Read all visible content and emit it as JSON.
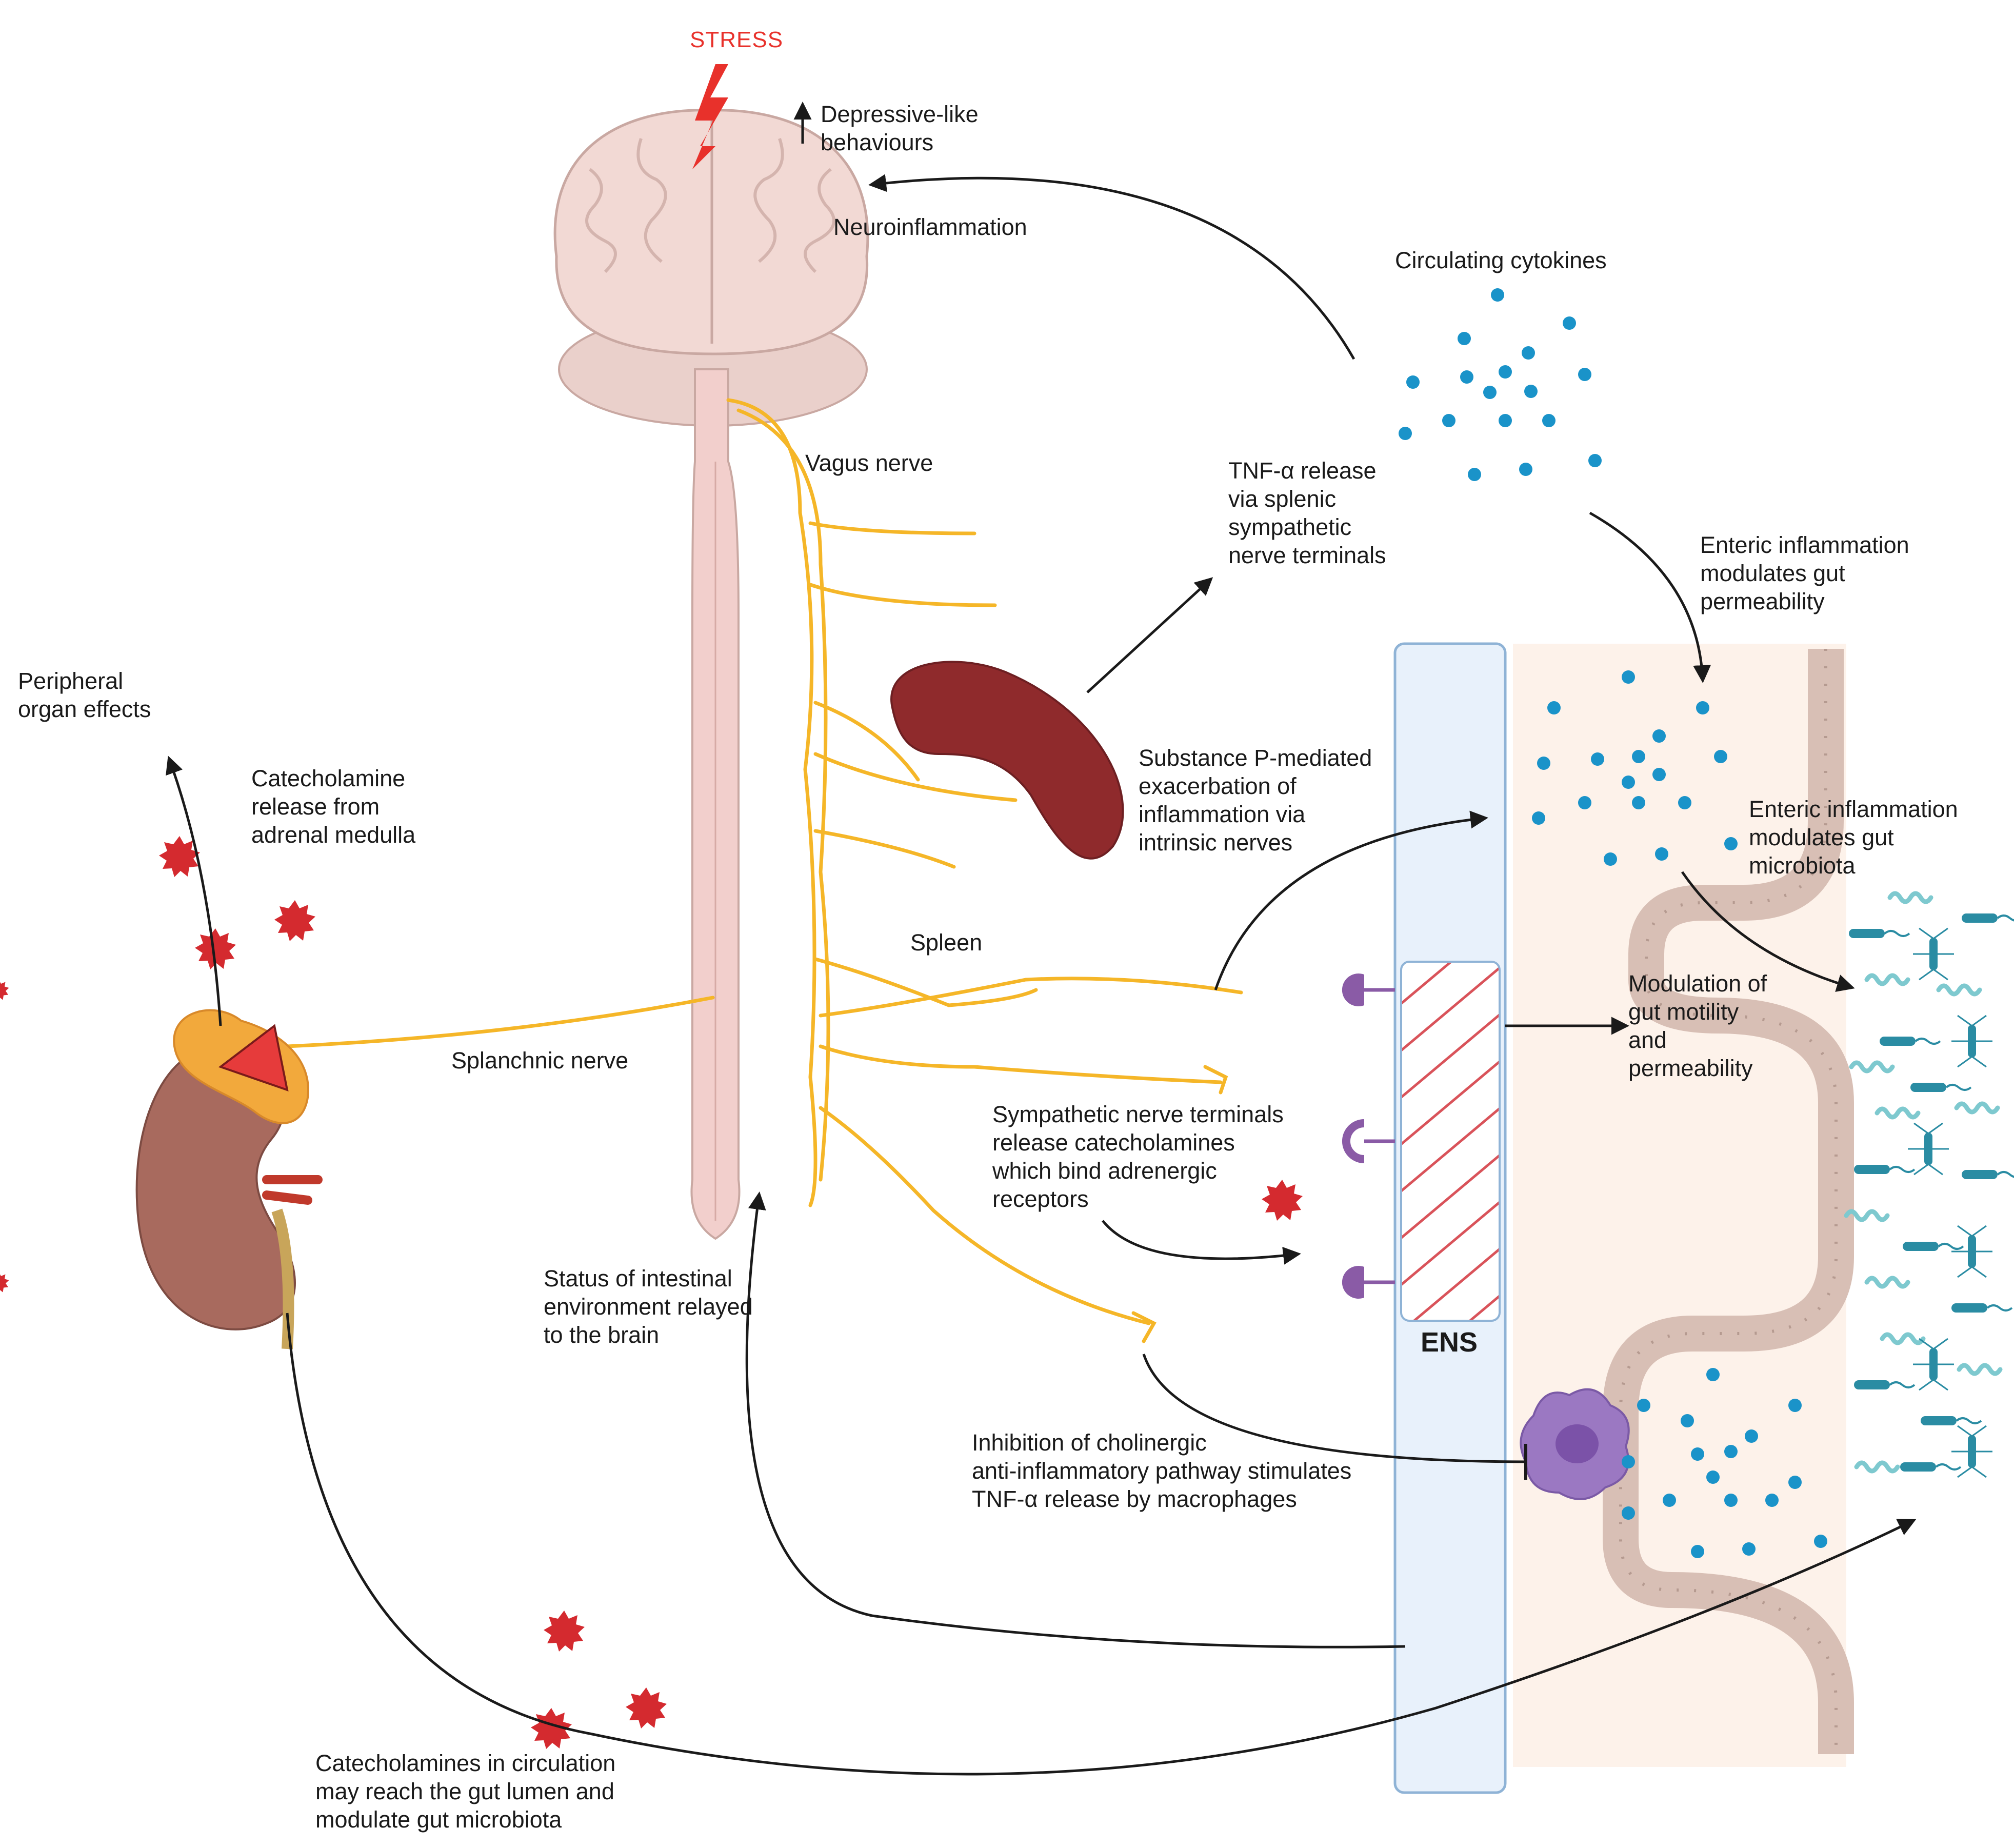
{
  "colors": {
    "stress": "#e8312b",
    "nerve": "#f5b628",
    "brain": "#f2d9d4",
    "spinal_cord": "#f2cfcc",
    "spleen": "#8f2a2c",
    "kidney": "#a86a5e",
    "adrenal_gland": "#f2a93c",
    "catecholamine": "#d42a2f",
    "cytokine": "#1a93c9",
    "ens_panel": "#e8f1fb",
    "ens_border": "#8fb3d6",
    "gut_background": "#fdf2ea",
    "villus_wall": "#d8bfb5",
    "macrophage": "#9b78c2",
    "receptor": "#8a5ba6",
    "bacteria": "#3fa9b8",
    "arrow": "#1a1a1a"
  },
  "icons": [
    "brain-icon",
    "lightning-bolt-icon",
    "spleen-icon",
    "kidney-icon",
    "adrenal-gland-icon",
    "catecholamine-molecule-icon",
    "cytokine-dot-icon",
    "macrophage-icon",
    "adrenergic-receptor-icon",
    "bacteria-icon"
  ],
  "labels": {
    "stress": "STRESS",
    "depressive": "Depressive-like\nbehaviours",
    "neuroinflammation": "Neuroinflammation",
    "circulating_cytokines": "Circulating cytokines",
    "vagus_nerve": "Vagus nerve",
    "tnf_release": "TNF-α release\nvia splenic\nsympathetic\nnerve terminals",
    "enteric_permeability": "Enteric inflammation\nmodulates gut\npermeability",
    "peripheral": "Peripheral\norgan effects",
    "catecholamine_release": "Catecholamine\nrelease from\nadrenal medulla",
    "substance_p": "Substance P-mediated\nexacerbation of\ninflammation via\nintrinsic nerves",
    "enteric_microbiota": "Enteric inflammation\nmodulates gut\nmicrobiota",
    "spleen": "Spleen",
    "motility": "Modulation of\ngut motility\nand\npermeability",
    "splanchnic": "Splanchnic nerve",
    "sympathetic": "Sympathetic nerve terminals\nrelease catecholamines\nwhich bind adrenergic\nreceptors",
    "status": "Status of intestinal\nenvironment relayed\nto the brain",
    "ens": "ENS",
    "inhibition": "Inhibition of cholinergic\nanti-inflammatory pathway stimulates\nTNF-α release by macrophages",
    "circulation": "Catecholamines in circulation\nmay reach the gut lumen and\nmodulate gut microbiota"
  }
}
